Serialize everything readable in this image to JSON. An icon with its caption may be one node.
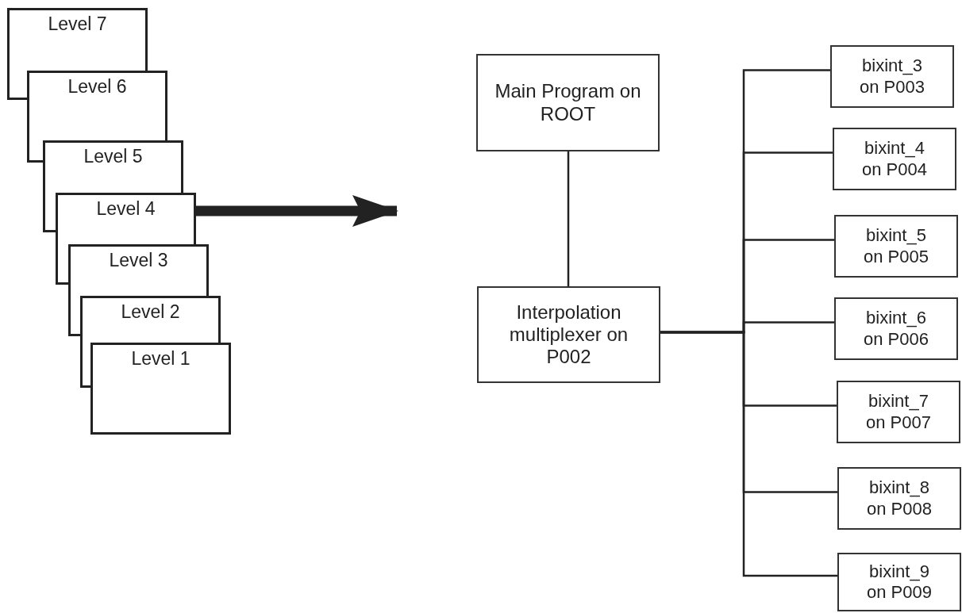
{
  "diagram": {
    "nodes": [
      {
        "text": [
          "Level 7"
        ]
      },
      {
        "text": [
          "Level 6"
        ]
      },
      {
        "text": [
          "Level 5"
        ]
      },
      {
        "text": [
          "Level 4"
        ]
      },
      {
        "text": [
          "Level 3"
        ]
      },
      {
        "text": [
          "Level 2"
        ]
      },
      {
        "text": [
          "Level 1"
        ]
      },
      {
        "text": [
          "Main Program on ROOT"
        ]
      },
      {
        "text": [
          "Interpolation multiplexer on P002"
        ]
      },
      {
        "text": [
          "bixint_3 on P003"
        ]
      },
      {
        "text": [
          "bixint_4 on P004"
        ]
      },
      {
        "text": [
          "bixint_5 on P005"
        ]
      },
      {
        "text": [
          "bixint_6 on P006"
        ]
      },
      {
        "text": [
          "bixint_7 on P007"
        ]
      },
      {
        "text": [
          "bixint_8 on P008"
        ]
      },
      {
        "text": [
          "bixint_9 on P009"
        ]
      }
    ],
    "edges": [
      {
        "from": 3,
        "to": null,
        "arrow": "to",
        "style": "thick"
      },
      {
        "from": 7,
        "to": 8,
        "arrow": "none"
      },
      {
        "from": 8,
        "to": 9,
        "arrow": "none"
      },
      {
        "from": 8,
        "to": 10,
        "arrow": "none"
      },
      {
        "from": 8,
        "to": 11,
        "arrow": "none"
      },
      {
        "from": 8,
        "to": 12,
        "arrow": "none"
      },
      {
        "from": 8,
        "to": 13,
        "arrow": "none"
      },
      {
        "from": 8,
        "to": 14,
        "arrow": "none"
      },
      {
        "from": 8,
        "to": 15,
        "arrow": "none"
      }
    ]
  }
}
